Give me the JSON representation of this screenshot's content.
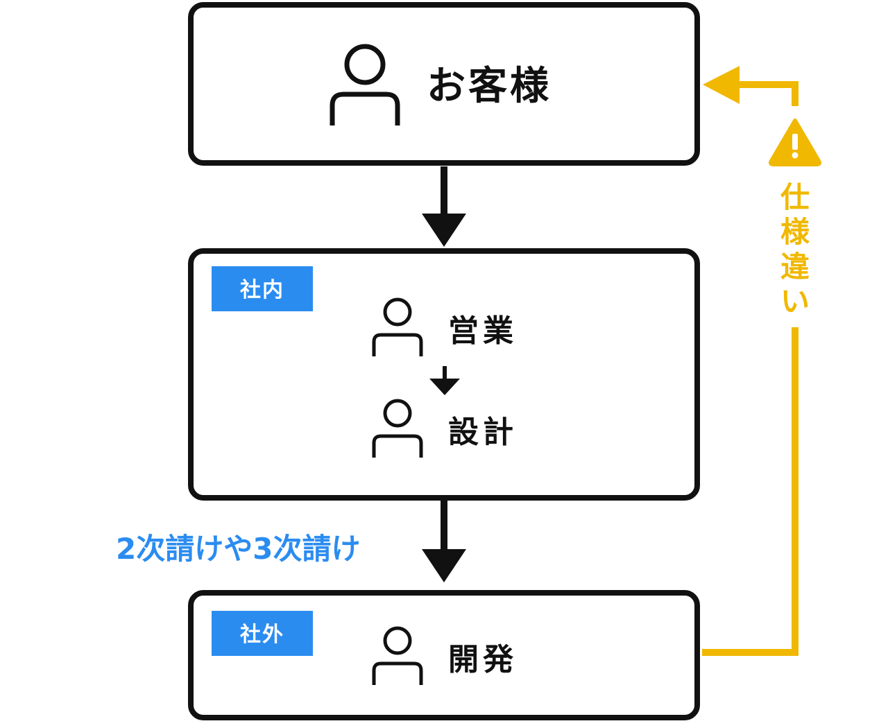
{
  "colors": {
    "stroke": "#111111",
    "tag_blue": "#2b8cf0",
    "note_blue": "#2b8cf0",
    "warning_yellow": "#f0b800"
  },
  "customer": {
    "label": "お客様",
    "icon": "person-icon"
  },
  "internal": {
    "tag": "社内",
    "sales_label": "営業",
    "design_label": "設計",
    "icon": "person-icon"
  },
  "external": {
    "tag": "社外",
    "dev_label": "開発",
    "icon": "person-icon"
  },
  "subcontract_note": "2次請けや3次請け",
  "feedback": {
    "label_chars": [
      "仕",
      "様",
      "違",
      "い"
    ],
    "icon": "warning-icon"
  }
}
